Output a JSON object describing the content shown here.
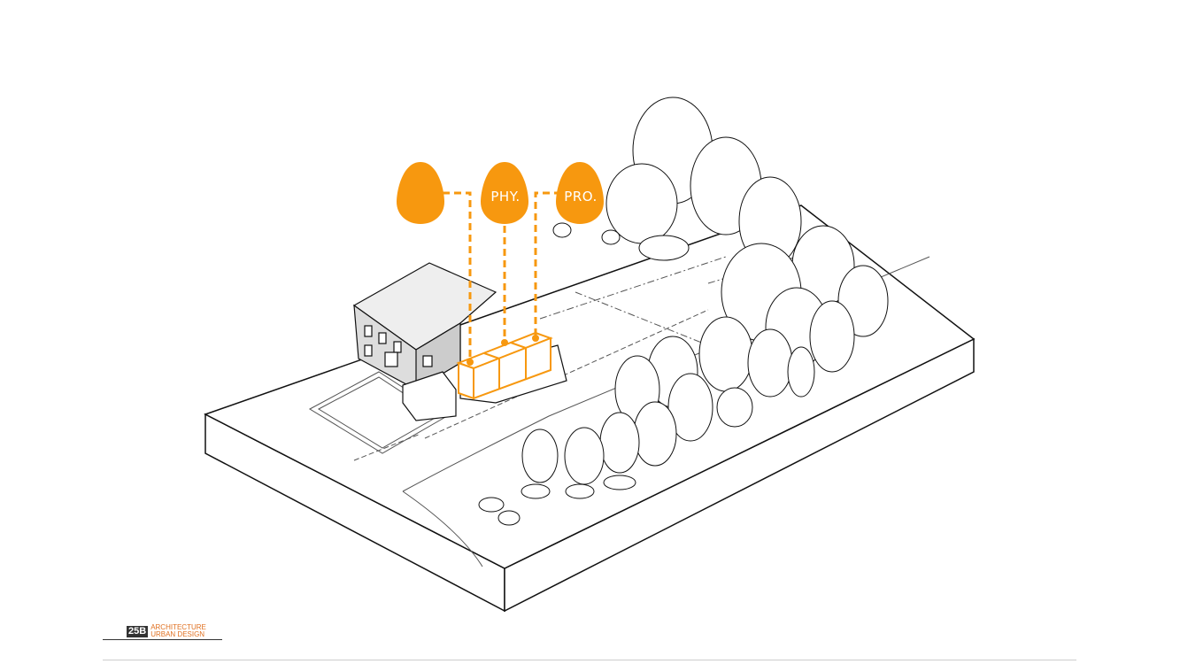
{
  "diagram": {
    "eggs": [
      {
        "label": ""
      },
      {
        "label": "PHY."
      },
      {
        "label": "PRO."
      }
    ],
    "accent_color": "#f7980f"
  },
  "footer": {
    "logo": {
      "mark": "25B",
      "line1": "ARCHITECTURE",
      "line2": "URBAN DESIGN"
    }
  }
}
